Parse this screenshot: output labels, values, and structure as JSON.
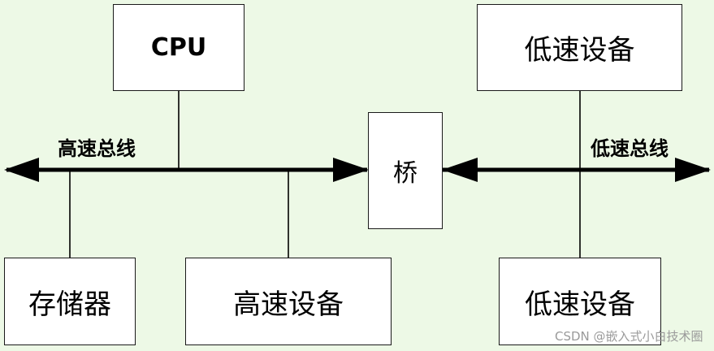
{
  "nodes": {
    "cpu": "CPU",
    "low_speed_device_top": "低速设备",
    "bridge": "桥",
    "storage": "存储器",
    "high_speed_device": "高速设备",
    "low_speed_device_bottom": "低速设备"
  },
  "buses": {
    "high_speed_bus": "高速总线",
    "low_speed_bus": "低速总线"
  },
  "watermark": "CSDN @嵌入式小白技术圈",
  "colors": {
    "background": "#edf9e6",
    "box_fill": "#ffffff",
    "line": "#000000"
  }
}
